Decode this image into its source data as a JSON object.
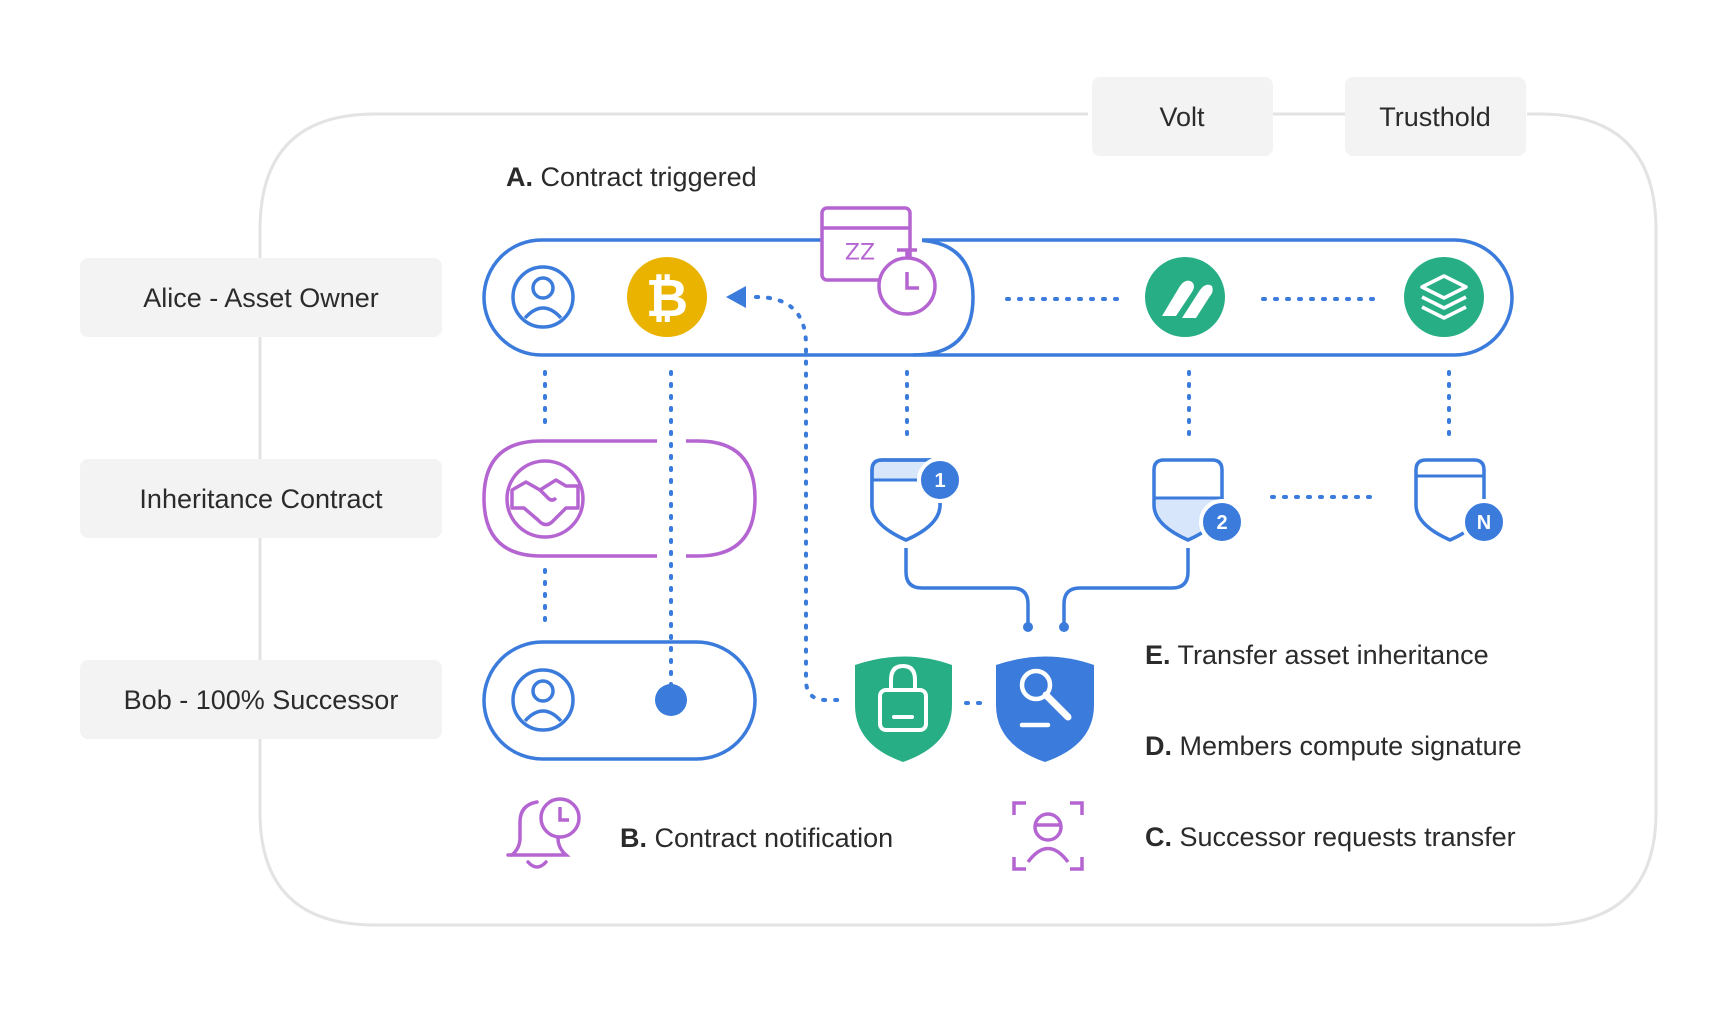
{
  "colors": {
    "blue": "#3a7bdc",
    "purple": "#b565d1",
    "green": "#27ae85",
    "bitcoin": "#e9b300",
    "box_bg": "#f3f3f3",
    "outline_gray": "#e3e3e3",
    "text": "#2b2b2b"
  },
  "tabs": {
    "volt": "Volt",
    "trusthold": "Trusthold"
  },
  "rows": {
    "alice": "Alice - Asset Owner",
    "contract": "Inheritance Contract",
    "bob": "Bob - 100% Successor"
  },
  "steps": {
    "a": {
      "letter": "A.",
      "text": "Contract triggered"
    },
    "b": {
      "letter": "B.",
      "text": "Contract notification"
    },
    "c": {
      "letter": "C.",
      "text": "Successor requests transfer"
    },
    "d": {
      "letter": "D.",
      "text": "Members compute signature"
    },
    "e": {
      "letter": "E.",
      "text": "Transfer asset inheritance"
    }
  },
  "badges": {
    "first": "1",
    "second": "2",
    "last": "N"
  },
  "icons": {
    "alice_avatar": "user-circle-icon",
    "bitcoin": "bitcoin-icon",
    "sleep_timer": "sleep-timer-icon",
    "volt": "volt-logo-icon",
    "trusthold": "trusthold-logo-icon",
    "handshake": "handshake-icon",
    "bob_avatar": "user-circle-icon",
    "lock_shield": "lock-shield-icon",
    "key_shield": "key-shield-icon",
    "bell_clock": "bell-clock-icon",
    "face_scan": "face-scan-icon"
  }
}
